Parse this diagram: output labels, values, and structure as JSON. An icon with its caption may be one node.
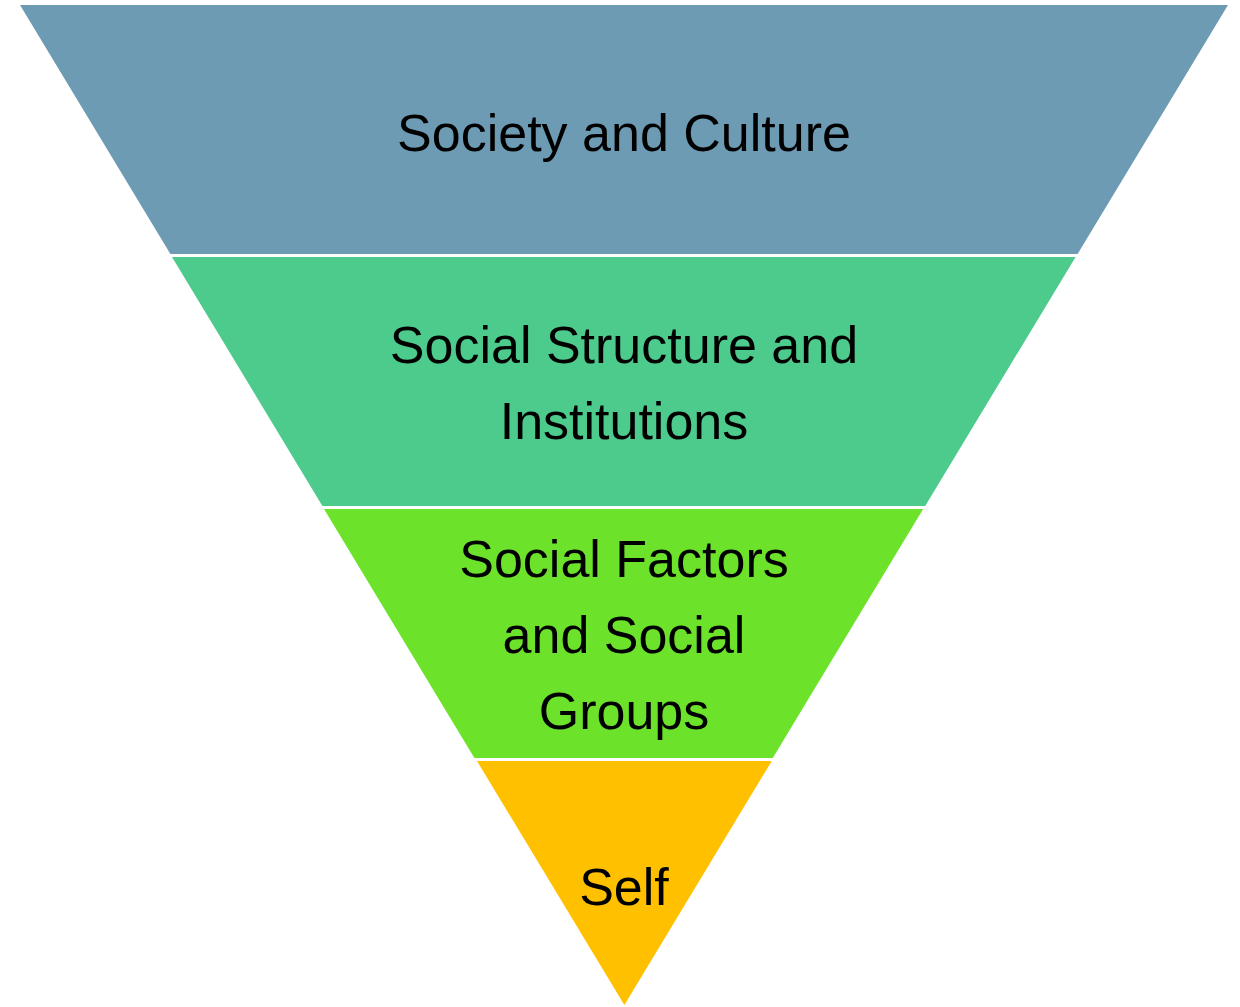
{
  "diagram": {
    "nodes": [
      {
        "text": [
          "Society and Culture"
        ]
      },
      {
        "text": [
          "Social Structure and Institutions"
        ]
      },
      {
        "text": [
          "Social Factors and Social Groups"
        ]
      },
      {
        "text": [
          "Self"
        ]
      }
    ]
  }
}
